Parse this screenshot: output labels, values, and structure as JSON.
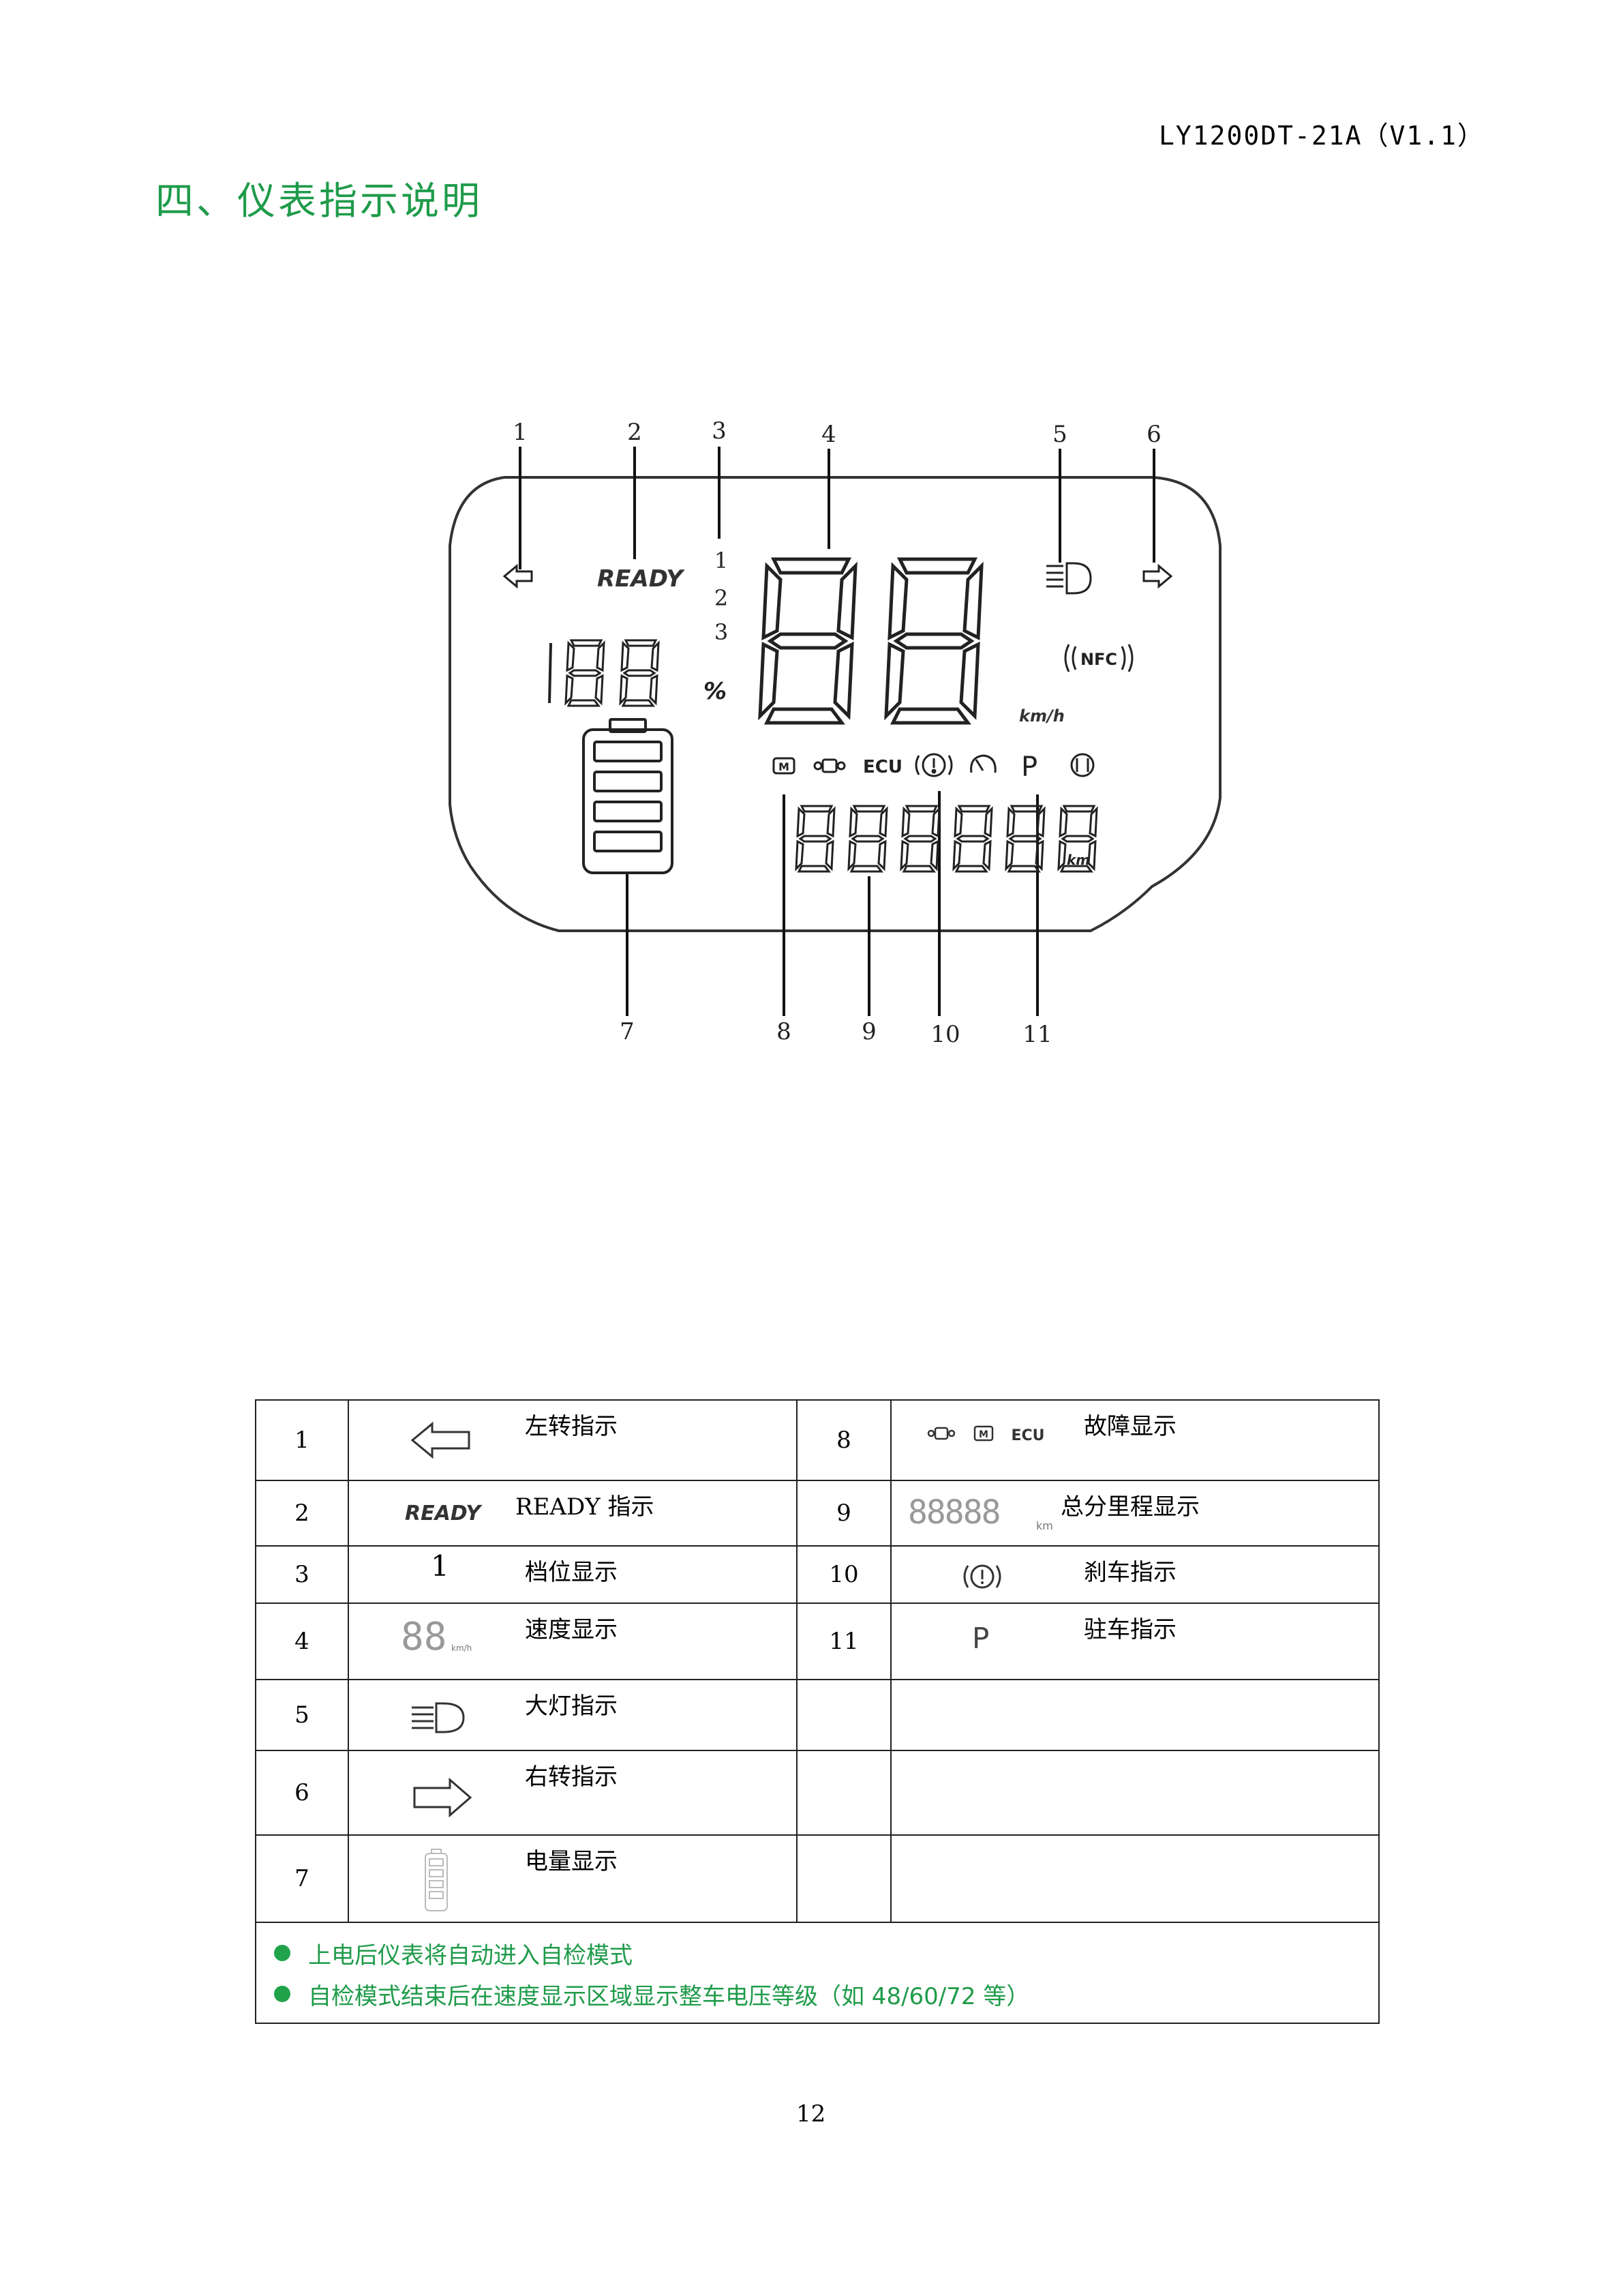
{
  "doc_id": "LY1200DT-21A（V1.1）",
  "heading": "四、仪表指示说明",
  "page_number": "12",
  "diagram": {
    "callouts": [
      "1",
      "2",
      "3",
      "4",
      "5",
      "6",
      "7",
      "8",
      "9",
      "10",
      "11"
    ],
    "ready_text": "READY",
    "gears": [
      "1",
      "2",
      "3"
    ],
    "percent_unit": "%",
    "speed_unit": "km/h",
    "odo_unit": "km",
    "nfc_text": "NFC",
    "ecu_text": "ECU",
    "park_text": "P"
  },
  "legend": {
    "rows": [
      {
        "left_num": "1",
        "left_label": "左转指示",
        "right_num": "8",
        "right_label": "故障显示"
      },
      {
        "left_num": "2",
        "left_label": "READY 指示",
        "right_num": "9",
        "right_label": "总分里程显示"
      },
      {
        "left_num": "3",
        "left_label": "档位显示",
        "right_num": "10",
        "right_label": "刹车指示"
      },
      {
        "left_num": "4",
        "left_label": "速度显示",
        "right_num": "11",
        "right_label": "驻车指示"
      },
      {
        "left_num": "5",
        "left_label": "大灯指示",
        "right_num": "",
        "right_label": ""
      },
      {
        "left_num": "6",
        "left_label": "右转指示",
        "right_num": "",
        "right_label": ""
      },
      {
        "left_num": "7",
        "left_label": "电量显示",
        "right_num": "",
        "right_label": ""
      }
    ],
    "icon_texts": {
      "ready": "READY",
      "gear": "1",
      "speed_digits": "88",
      "speed_unit": "km/h",
      "ecu": "ECU",
      "odo_digits": "88888",
      "odo_unit": "km",
      "park": "P"
    },
    "notes": [
      "上电后仪表将自动进入自检模式",
      "自检模式结束后在速度显示区域显示整车电压等级（如 48/60/72 等）"
    ]
  }
}
